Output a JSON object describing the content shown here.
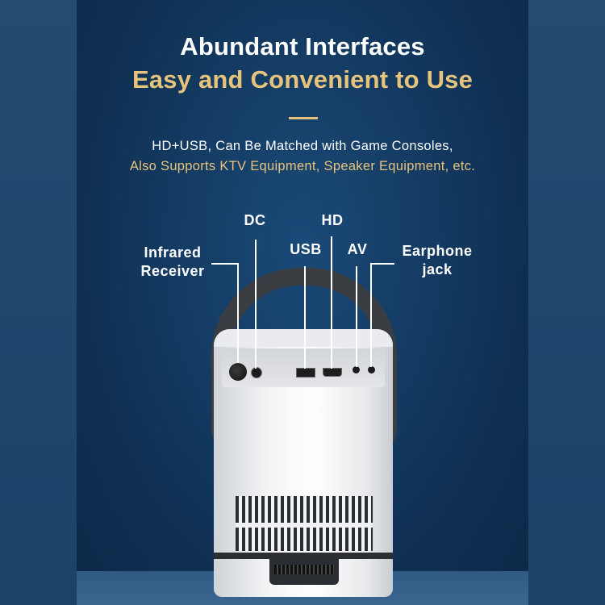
{
  "heading": {
    "line1": "Abundant Interfaces",
    "line2": "Easy and Convenient to Use"
  },
  "subheading": {
    "line1": "HD+USB, Can Be Matched with Game Consoles,",
    "line2": "Also Supports KTV Equipment, Speaker Equipment, etc."
  },
  "ports": {
    "infrared": {
      "line1": "Infrared",
      "line2": "Receiver"
    },
    "dc": "DC",
    "hd": "HD",
    "usb": "USB",
    "av": "AV",
    "earphone": {
      "line1": "Earphone",
      "line2": "jack"
    }
  },
  "colors": {
    "heading_line1": "#ffffff",
    "heading_line2": "#e7c47c",
    "accent": "#e6c37a",
    "background": "#153a5e"
  }
}
